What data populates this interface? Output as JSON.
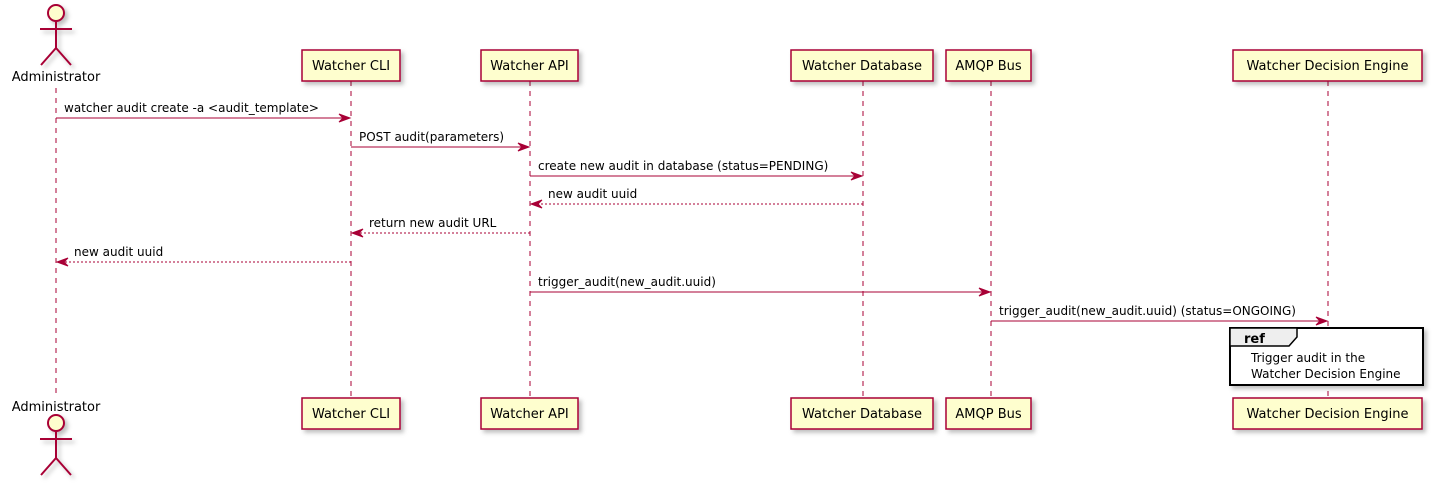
{
  "participants": [
    {
      "id": "admin",
      "label": "Administrator",
      "kind": "actor"
    },
    {
      "id": "cli",
      "label": "Watcher CLI",
      "kind": "participant"
    },
    {
      "id": "api",
      "label": "Watcher API",
      "kind": "participant"
    },
    {
      "id": "db",
      "label": "Watcher Database",
      "kind": "participant"
    },
    {
      "id": "amqp",
      "label": "AMQP Bus",
      "kind": "participant"
    },
    {
      "id": "de",
      "label": "Watcher Decision Engine",
      "kind": "participant"
    }
  ],
  "messages": [
    {
      "from": "admin",
      "to": "cli",
      "label": "watcher audit create -a <audit_template>",
      "style": "sync"
    },
    {
      "from": "cli",
      "to": "api",
      "label": "POST audit(parameters)",
      "style": "sync"
    },
    {
      "from": "api",
      "to": "db",
      "label": "create new audit in database (status=PENDING)",
      "style": "sync"
    },
    {
      "from": "db",
      "to": "api",
      "label": "new audit uuid",
      "style": "return"
    },
    {
      "from": "api",
      "to": "cli",
      "label": "return new audit URL",
      "style": "return"
    },
    {
      "from": "cli",
      "to": "admin",
      "label": "new audit uuid",
      "style": "return"
    },
    {
      "from": "api",
      "to": "amqp",
      "label": "trigger_audit(new_audit.uuid)",
      "style": "sync"
    },
    {
      "from": "amqp",
      "to": "de",
      "label": "trigger_audit(new_audit.uuid) (status=ONGOING)",
      "style": "sync"
    }
  ],
  "ref": {
    "tag": "ref",
    "lines": [
      "Trigger audit in the",
      "Watcher Decision Engine"
    ]
  },
  "colors": {
    "border": "#A80036",
    "fill": "#FEFECE",
    "ref_header": "#EEEEEE"
  }
}
